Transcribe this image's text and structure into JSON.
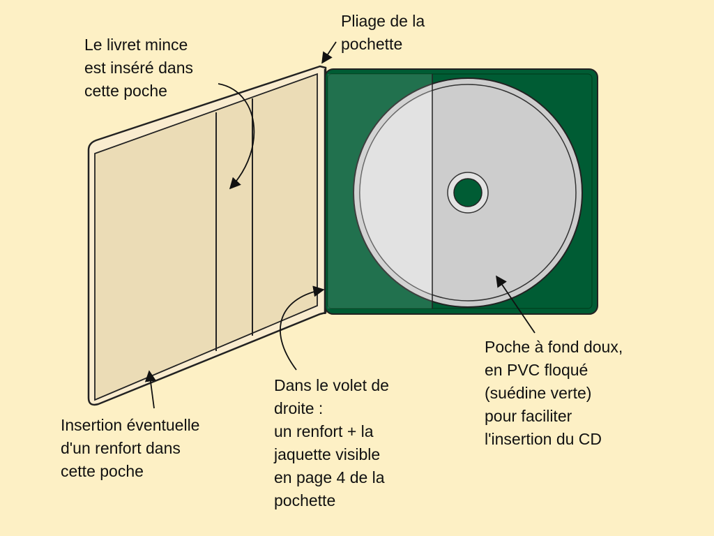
{
  "colors": {
    "background": "#fdf0c5",
    "left_panel_outer": "#f9eccf",
    "left_panel_inner": "#ebdcb6",
    "green_pocket": "#005c34",
    "green_pocket_dark": "#00401f",
    "cd_light": "#e3e3e3",
    "cd_gray": "#cdcdcd",
    "outline": "#222222"
  },
  "annotations": {
    "pliage": "Pliage de la\npochette",
    "livret": "Le livret mince\nest inséré dans\ncette poche",
    "insertion": "Insertion éventuelle\nd'un renfort dans\ncette poche",
    "volet": "Dans le volet de\ndroite :\nun renfort + la\njaquette visible\nen page 4 de la\npochette",
    "poche": "Poche à fond doux,\nen PVC floqué\n(suédine verte)\npour faciliter\nl'insertion du CD"
  },
  "icons": {
    "disc": "cd-icon",
    "arrows": "arrow-icon"
  }
}
